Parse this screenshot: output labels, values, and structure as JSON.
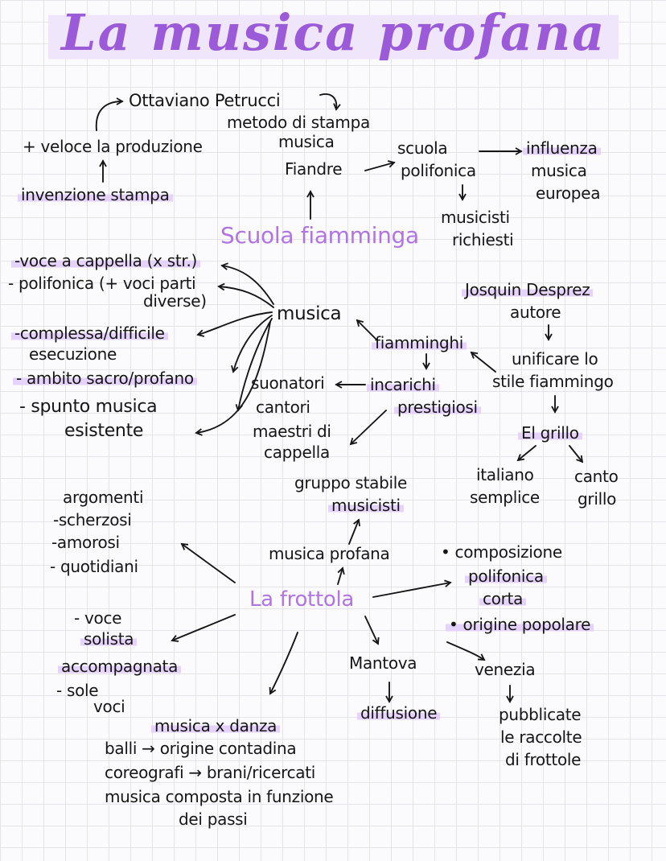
{
  "title": "La musica profana",
  "top": {
    "petrucci": "Ottaviano Petrucci",
    "metodo": "metodo di stampa",
    "musica": "musica",
    "fiandre": "Fiandre",
    "veloce": "+ veloce la produzione",
    "invenzione": "invenzione stampa",
    "scuola": "scuola",
    "polifonica": "polifonica",
    "influenza_1": "influenza",
    "influenza_2": "musica",
    "influenza_3": "europea",
    "musicisti_1": "musicisti",
    "musicisti_2": "richiesti"
  },
  "scuola_fiamminga": "Scuola fiamminga",
  "left_list": {
    "voce": "-voce a cappella (x str.)",
    "polifonica_1": "- polifonica (+ voci parti",
    "polifonica_2": "diverse)",
    "complessa_1": "-complessa/difficile",
    "complessa_2": "esecuzione",
    "ambito": "- ambito sacro/profano",
    "spunto_1": "- spunto musica",
    "spunto_2": "esistente"
  },
  "center": {
    "musica": "musica",
    "fiamminghi": "fiamminghi",
    "incarichi_1": "incarichi",
    "incarichi_2": "prestigiosi",
    "suonatori": "suonatori",
    "cantori": "cantori",
    "maestri_1": "maestri di",
    "maestri_2": "cappella"
  },
  "josquin": {
    "name": "Josquin Desprez",
    "autore": "autore",
    "unificare_1": "unificare lo",
    "unificare_2": "stile fiammingo",
    "grillo": "El grillo",
    "italiano_1": "italiano",
    "italiano_2": "semplice",
    "canto_1": "canto",
    "canto_2": "grillo"
  },
  "frottola": {
    "gruppo_1": "gruppo stabile",
    "gruppo_2": "musicisti",
    "musica_profana": "musica profana",
    "center": "La frottola",
    "argomenti": "argomenti",
    "scherzosi": "-scherzosi",
    "amorosi": "-amorosi",
    "quotidiani": "- quotidiani",
    "voce_1": "- voce",
    "voce_2": "solista",
    "voce_3": "accompagnata",
    "sole_1": "- sole",
    "sole_2": "voci",
    "composizione_1": "• composizione",
    "composizione_2": "polifonica",
    "composizione_3": "corta",
    "origine": "• origine popolare",
    "mantova": "Mantova",
    "diffusione": "diffusione",
    "venezia": "venezia",
    "pubblicate_1": "pubblicate",
    "pubblicate_2": "le raccolte",
    "pubblicate_3": "di frottole"
  },
  "danza": {
    "heading": "musica x danza",
    "balli": "balli → origine contadina",
    "coreografi": "coreografi → brani/ricercati",
    "composta_1": "musica composta in funzione",
    "composta_2": "dei passi"
  },
  "colors": {
    "title": "#9b5ad8",
    "highlight": "#e6d3fb",
    "accent_text": "#b075e2",
    "ink": "#161616"
  }
}
